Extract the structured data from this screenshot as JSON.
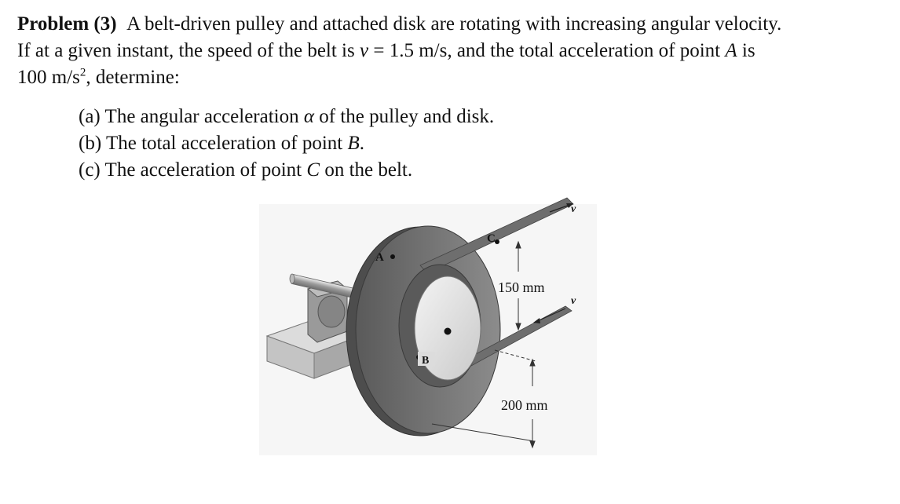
{
  "problem": {
    "label": "Problem (3)",
    "line1": "A belt-driven pulley and attached disk are rotating with increasing angular velocity.",
    "line2_pre": "If at a given instant, the speed of the belt is ",
    "v_symbol": "v",
    "line2_mid": " = 1.5 m/s, and the total acceleration of point ",
    "point_a": "A",
    "line2_post": " is",
    "line3_pre": "100 m/s",
    "line3_sup": "2",
    "line3_post": ", determine:"
  },
  "parts": [
    {
      "pre": "(a) The angular acceleration ",
      "sym": "α",
      "post": " of the pulley and disk."
    },
    {
      "pre": "(b) The total acceleration of point ",
      "sym": "B",
      "post": "."
    },
    {
      "pre": "(c) The acceleration of point ",
      "sym": "C",
      "post": " on the belt."
    }
  ],
  "figure": {
    "label_a": "A",
    "label_b": "B",
    "label_c": "C",
    "label_v_top": "v",
    "label_v_mid": "v",
    "dim_150": "150 mm",
    "dim_200": "200 mm"
  }
}
